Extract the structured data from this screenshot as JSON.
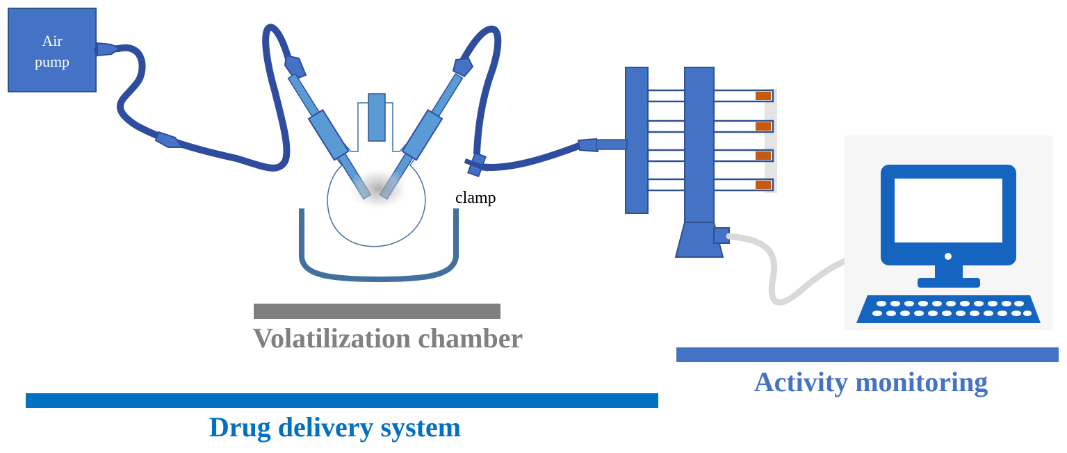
{
  "labels": {
    "air_pump_line1": "Air",
    "air_pump_line2": "pump",
    "clamp": "clamp",
    "volatilization_chamber": "Volatilization chamber",
    "drug_delivery_system": "Drug delivery system",
    "activity_monitoring": "Activity monitoring"
  },
  "colors": {
    "pump_fill": "#4472c4",
    "tubing": "#2f4d9e",
    "device_blue": "#4472c4",
    "chamber_base": "#7f7f7f",
    "chamber_label": "#808080",
    "drug_bar": "#0070c0",
    "drug_label": "#0070c0",
    "monitor_bar": "#4472c4",
    "monitor_label": "#4472c4",
    "computer": "#1565c0",
    "sample_tip": "#c55a11",
    "cable": "#d9d9d9",
    "bath": "#41719c"
  }
}
